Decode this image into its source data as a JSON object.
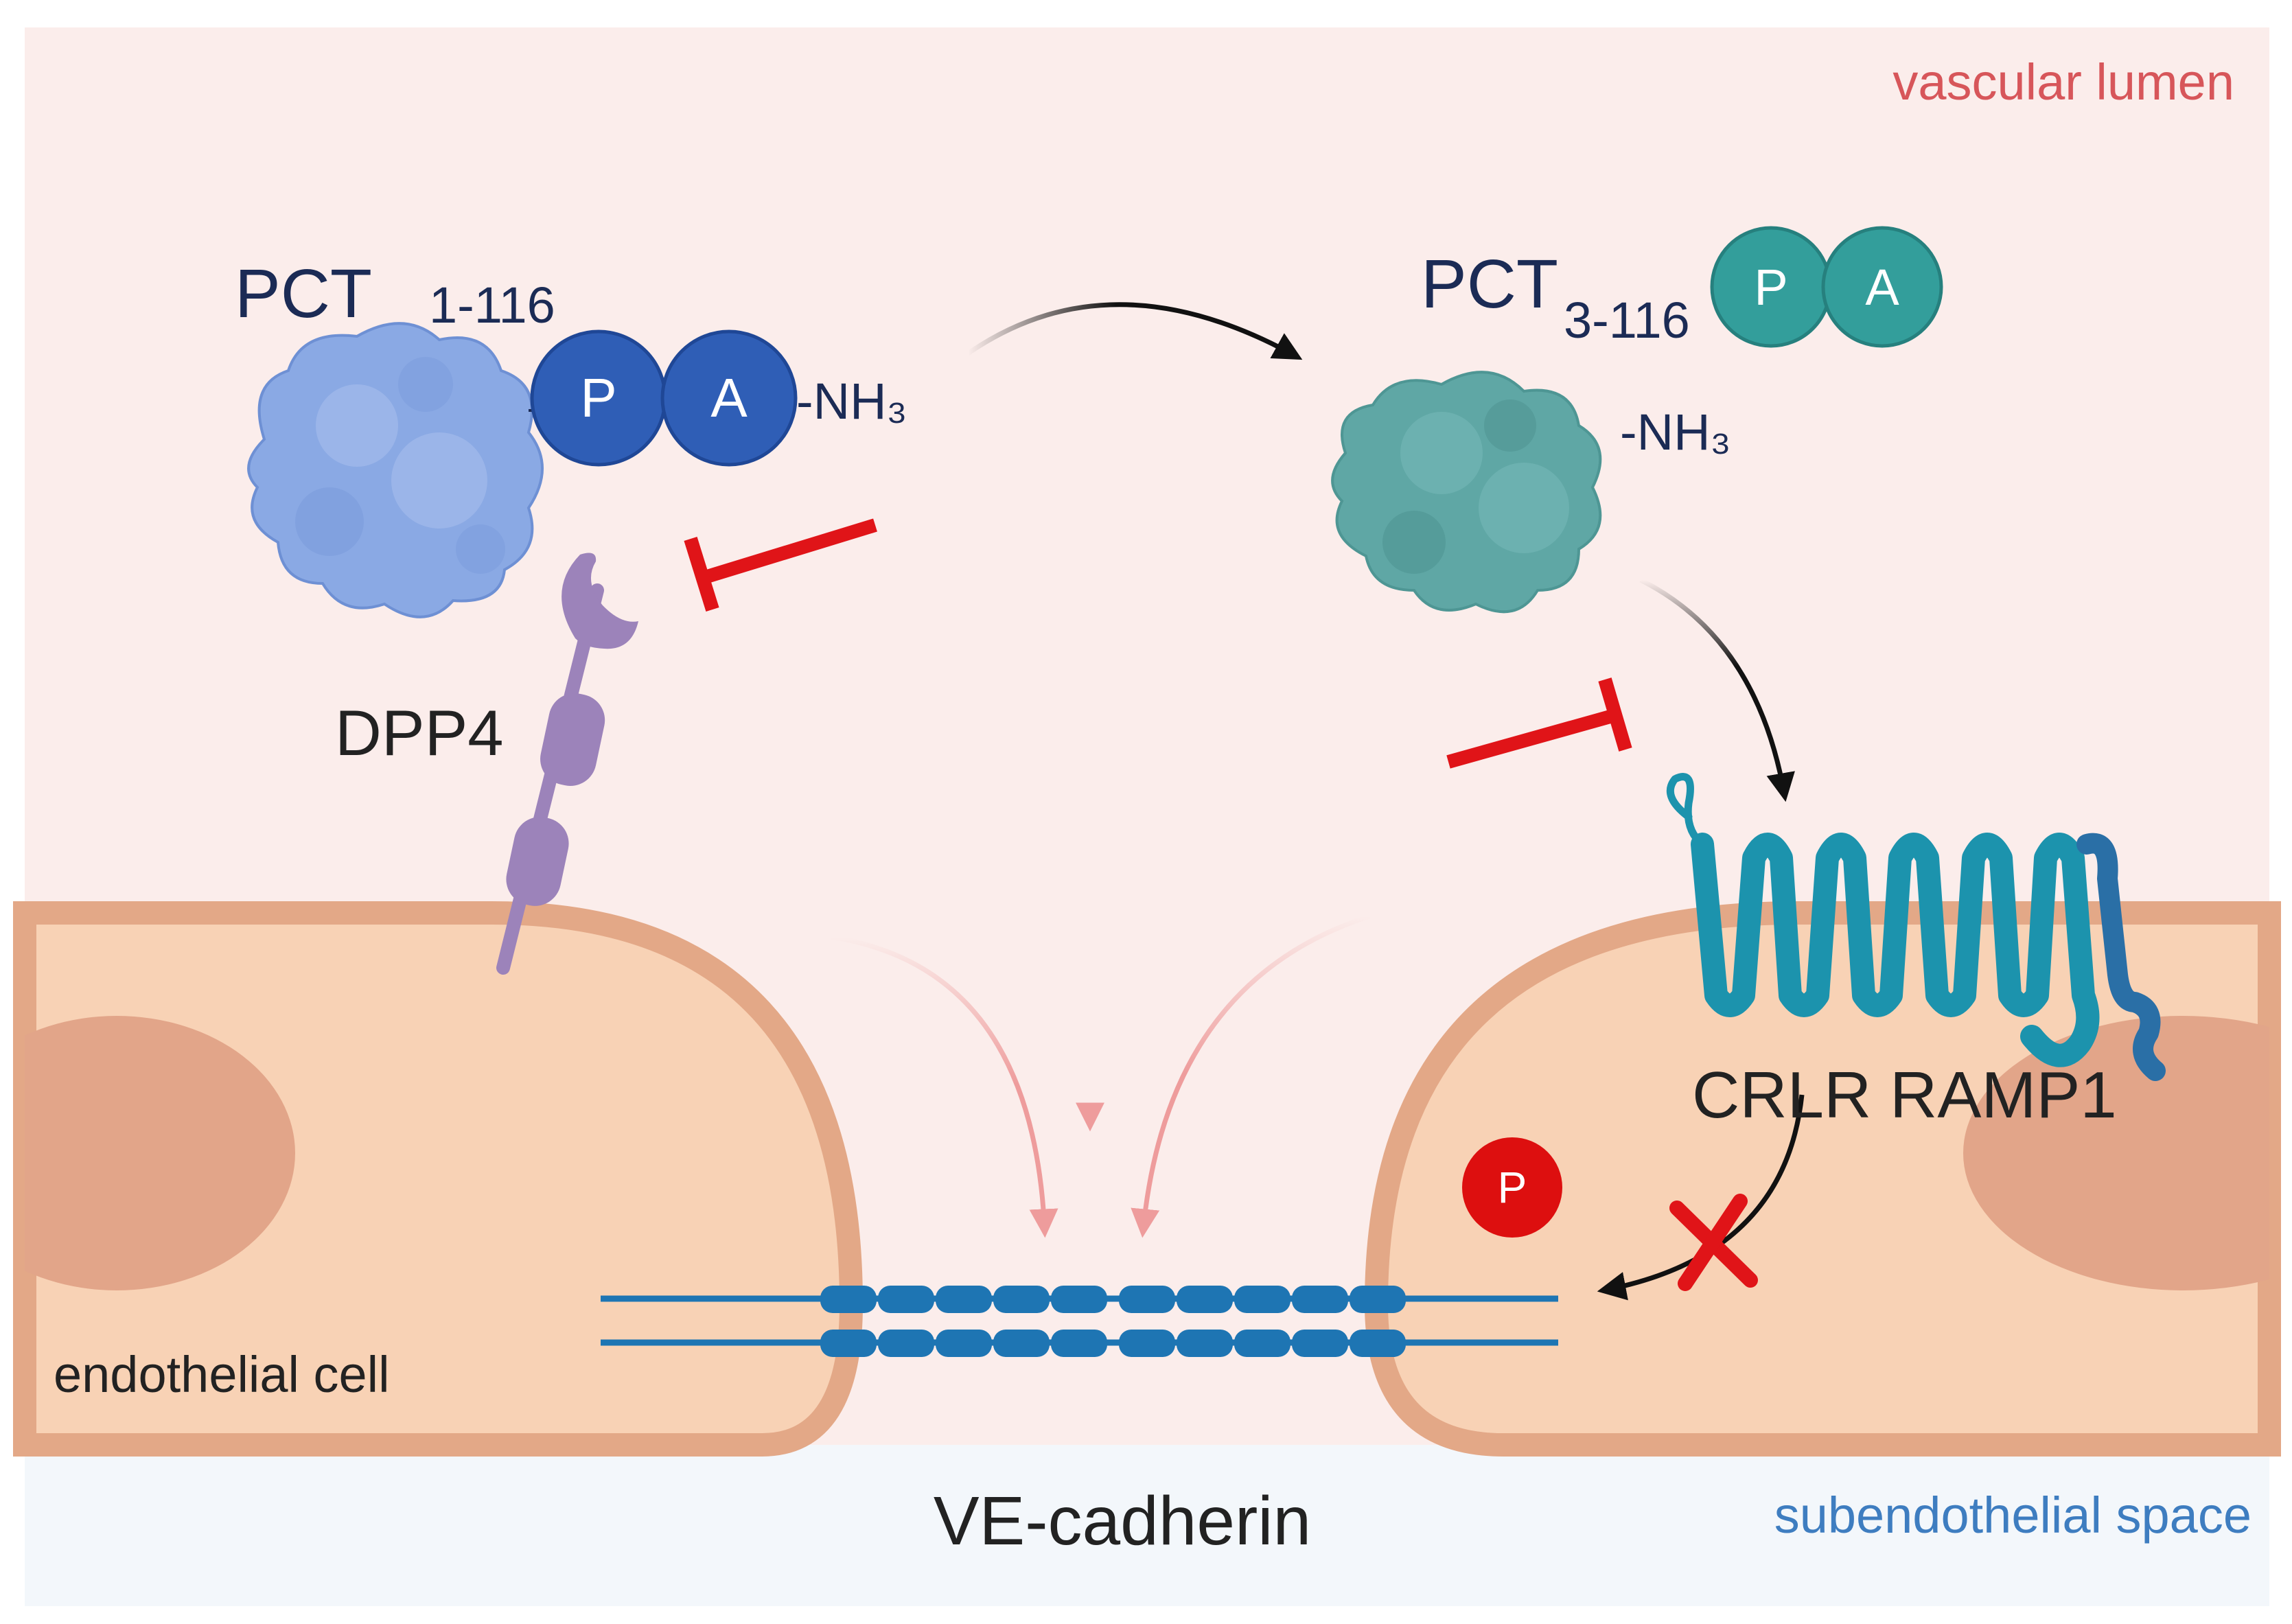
{
  "colors": {
    "lumen_bg": "#FBEDEB",
    "subendothelial_bg": "#F3F7FB",
    "cell_fill": "#F8D2B5",
    "cell_border": "#E3A887",
    "nucleus": "#E2A589",
    "pct_full": "#8AA9E4",
    "pct_full_bead": "#2F5EB6",
    "pct_cleaved": "#5FA7A5",
    "pct_cleaved_bead": "#339E9B",
    "dpp4": "#9C83BA",
    "receptor": "#1C93AD",
    "ramp": "#2A6FA6",
    "cadherin": "#1E75B3",
    "inhibit": "#E01418",
    "arrow_black": "#111111",
    "arrow_pink": "#EE9C9C",
    "phospho": "#DD0F0F",
    "label_dark": "#1B2B55",
    "label_black": "#222222",
    "lumen_label": "#D7565A",
    "sub_label": "#3E7DC0"
  },
  "labels": {
    "vascular_lumen": "vascular lumen",
    "subendothelial_space": "subendothelial space",
    "endothelial_cell": "endothelial cell",
    "ve_cadherin": "VE-cadherin",
    "dpp4": "DPP4",
    "crlr_ramp1": "CRLR RAMP1",
    "pct_full_name": "PCT",
    "pct_full_sub": "1-116",
    "pct_full_nh3": "-NH₃",
    "pct_cleaved_name": "PCT",
    "pct_cleaved_sub": "3-116",
    "pct_cleaved_nh3": "-NH₃",
    "bead_p": "P",
    "bead_a": "A",
    "phospho": "P"
  }
}
